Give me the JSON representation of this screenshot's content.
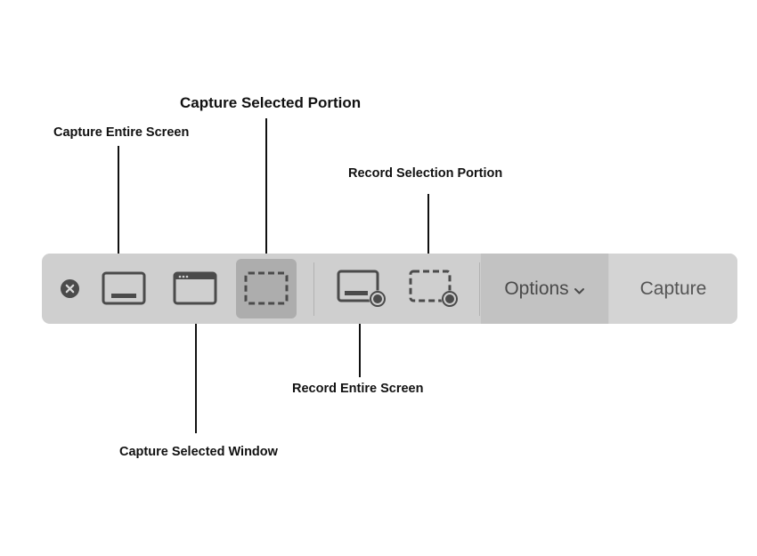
{
  "annotations": {
    "capture_entire_screen": "Capture Entire Screen",
    "capture_selected_window": "Capture Selected Window",
    "capture_selected_portion": "Capture Selected Portion",
    "record_entire_screen": "Record Entire Screen",
    "record_selection_portion": "Record Selection Portion"
  },
  "toolbar": {
    "close_icon": "close-circle-icon",
    "tools": [
      {
        "icon": "entire-screen-icon",
        "selected": false
      },
      {
        "icon": "window-icon",
        "selected": false
      },
      {
        "icon": "selection-dashed-icon",
        "selected": true
      },
      {
        "icon": "record-screen-icon",
        "selected": false
      },
      {
        "icon": "record-selection-icon",
        "selected": false
      }
    ],
    "options_label": "Options",
    "options_icon": "chevron-down-icon",
    "capture_label": "Capture"
  },
  "colors": {
    "toolbar_bg": "#cfcfcf",
    "selected_bg": "#adadad",
    "options_bg": "#c2c2c2",
    "icon": "#4b4b4b",
    "annotation_text": "#111111"
  }
}
